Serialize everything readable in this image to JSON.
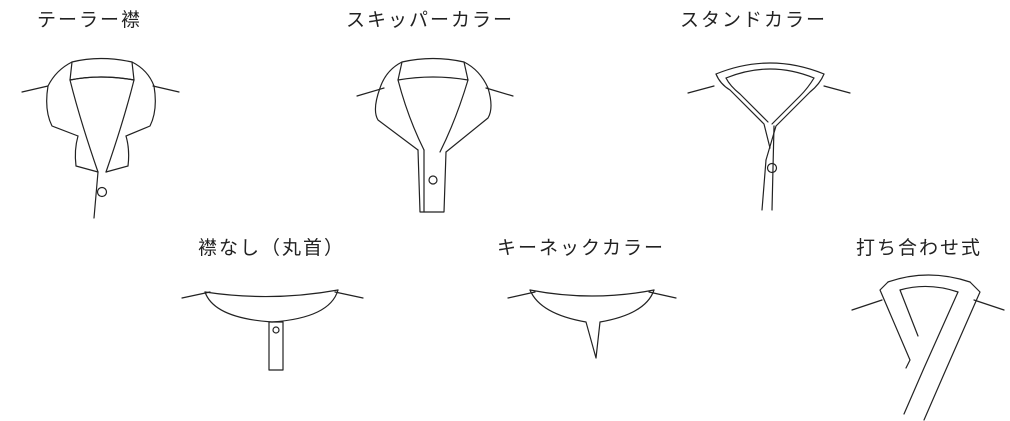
{
  "labels": {
    "tailored": "テーラー襟",
    "skipper": "スキッパーカラー",
    "stand": "スタンドカラー",
    "collarless": "襟なし（丸首）",
    "keyneck": "キーネックカラー",
    "crossover": "打ち合わせ式"
  }
}
